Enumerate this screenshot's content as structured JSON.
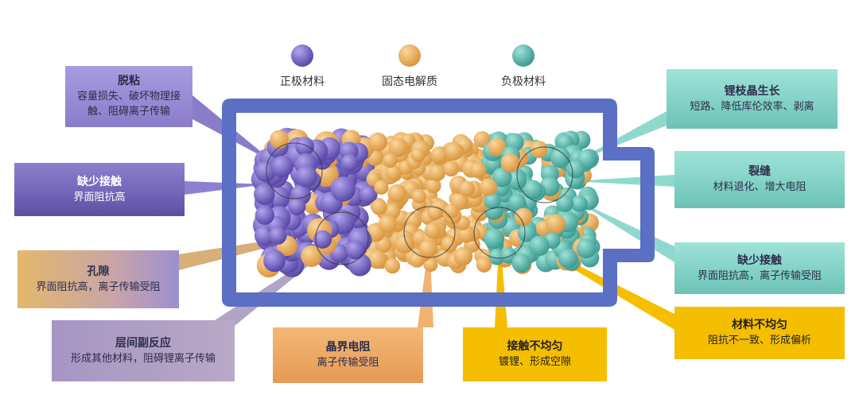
{
  "legend": [
    {
      "label": "正极材料",
      "color": "#7a68c4"
    },
    {
      "label": "固态电解质",
      "color": "#eeb05a"
    },
    {
      "label": "负极材料",
      "color": "#58b8ad"
    }
  ],
  "boxes": [
    {
      "title": "脱粘",
      "desc": "容量损失、破坏物理接触、阻碍离子传输"
    },
    {
      "title": "缺少接触",
      "desc": "界面阻抗高"
    },
    {
      "title": "孔隙",
      "desc": "界面阻抗高，离子传输受阻"
    },
    {
      "title": "层间副反应",
      "desc": "形成其他材料，阻碍锂离子传输"
    },
    {
      "title": "晶界电阻",
      "desc": "离子传输受阻"
    },
    {
      "title": "接触不均匀",
      "desc": "镀锂、形成空隙"
    },
    {
      "title": "材料不均匀",
      "desc": "阻抗不一致、形成偏析"
    },
    {
      "title": "锂枝晶生长",
      "desc": "短路、降低库伦效率、剥离"
    },
    {
      "title": "裂缝",
      "desc": "材料退化、增大电阻"
    },
    {
      "title": "缺少接触",
      "desc": "界面阻抗高，离子传输受阻"
    }
  ],
  "colors": {
    "frame": "#5b6fc4",
    "yellow": "#f6be00"
  }
}
